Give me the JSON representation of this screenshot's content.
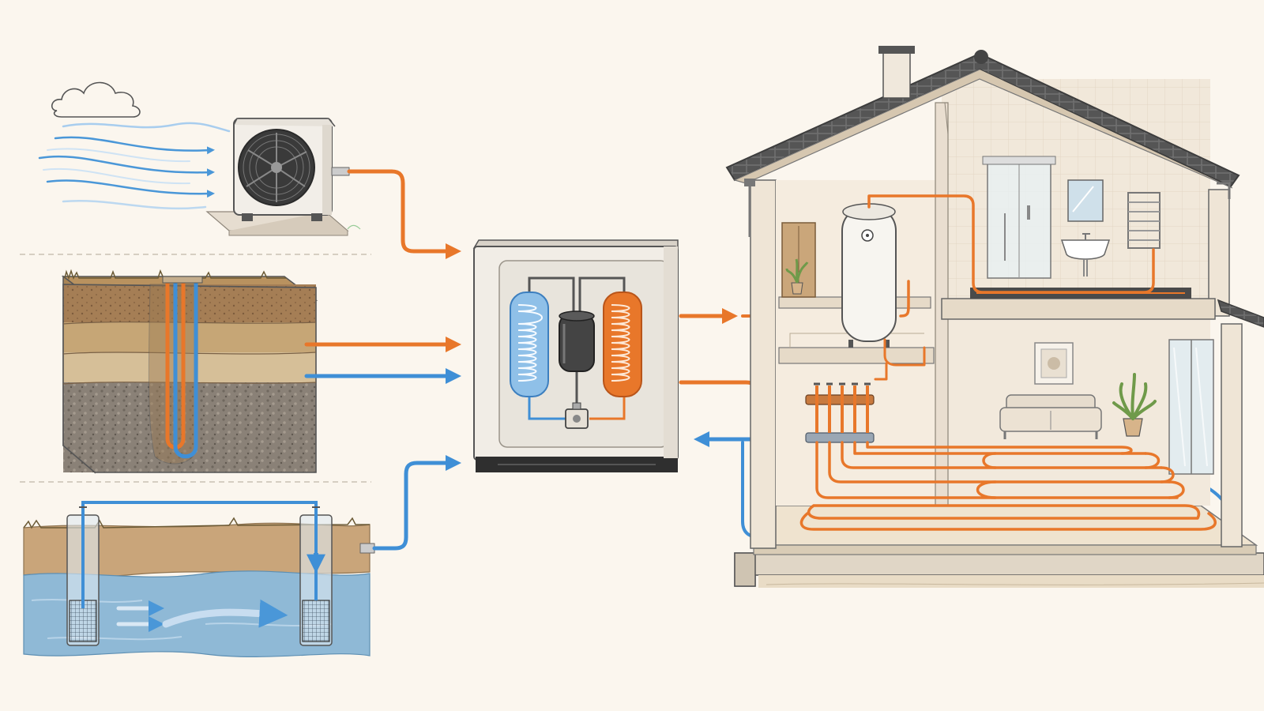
{
  "colors": {
    "background": "#fbf6ee",
    "hot_pipe": "#e8772a",
    "cold_pipe": "#3f8fd6",
    "air_flow": "#8fc0e8",
    "outline": "#4a4a4a",
    "soil_top": "#a07a52",
    "soil_mid": "#c4a57a",
    "soil_low": "#d8c09c",
    "rock": "#8d8478",
    "water": "#8fb9d6",
    "wall": "#f4ebdd",
    "roof": "#5a5a5a",
    "unit_body": "#f1ede6",
    "unit_base": "#2f2f2f"
  },
  "icons": {
    "cloud": "cloud-icon",
    "fan": "fan-icon",
    "plant": "potted-plant-icon",
    "sofa": "sofa-icon",
    "shower": "shower-icon",
    "mirror": "mirror-icon",
    "towel_rail": "towel-radiator-icon",
    "picture": "wall-picture-icon",
    "compressor": "compressor-icon",
    "valve": "expansion-valve-icon"
  },
  "diagram": {
    "heat_sources": [
      "air",
      "ground",
      "groundwater"
    ],
    "consumers": [
      "hot-water-tank",
      "underfloor-heating",
      "towel-radiator"
    ]
  }
}
